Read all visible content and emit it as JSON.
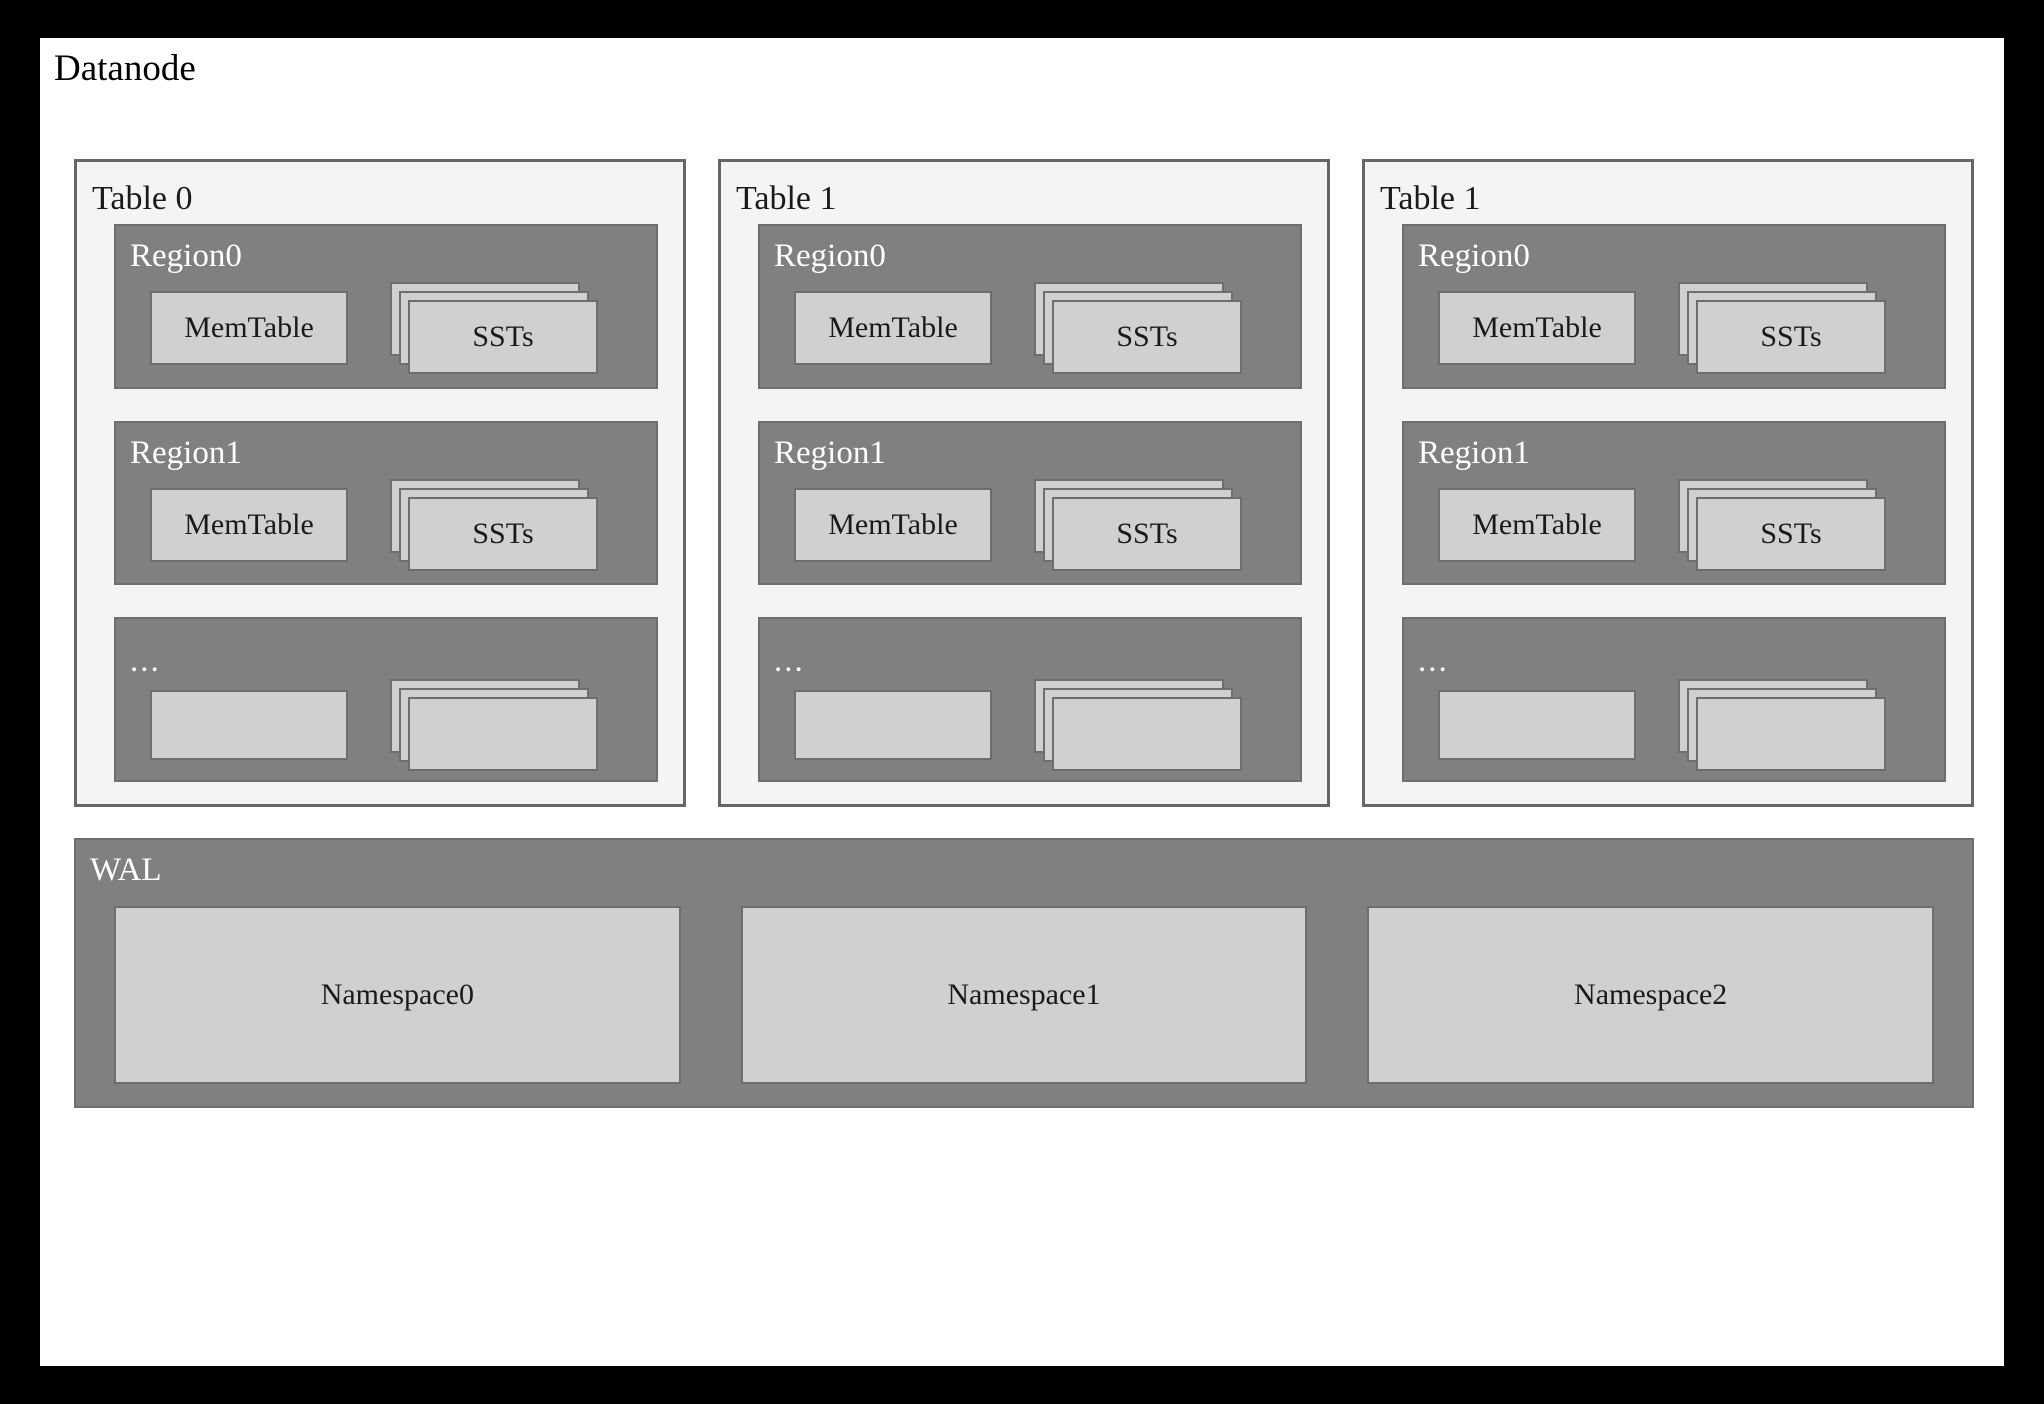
{
  "diagram": {
    "title": "Datanode",
    "background_color": "#000000",
    "panel_color": "#ffffff",
    "table_fill": "#f4f4f4",
    "region_fill": "#808080",
    "card_fill": "#d0d0d0",
    "border_color": "#6e6e6e"
  },
  "tables": [
    {
      "title": "Table 0",
      "regions": [
        {
          "title": "Region0",
          "memtable": "MemTable",
          "ssts": "SSTs",
          "sst_layers": 3
        },
        {
          "title": "Region1",
          "memtable": "MemTable",
          "ssts": "SSTs",
          "sst_layers": 3
        },
        {
          "title": "...",
          "memtable": "",
          "ssts": "",
          "sst_layers": 3
        }
      ]
    },
    {
      "title": "Table 1",
      "regions": [
        {
          "title": "Region0",
          "memtable": "MemTable",
          "ssts": "SSTs",
          "sst_layers": 3
        },
        {
          "title": "Region1",
          "memtable": "MemTable",
          "ssts": "SSTs",
          "sst_layers": 3
        },
        {
          "title": "...",
          "memtable": "",
          "ssts": "",
          "sst_layers": 3
        }
      ]
    },
    {
      "title": "Table 1",
      "regions": [
        {
          "title": "Region0",
          "memtable": "MemTable",
          "ssts": "SSTs",
          "sst_layers": 3
        },
        {
          "title": "Region1",
          "memtable": "MemTable",
          "ssts": "SSTs",
          "sst_layers": 3
        },
        {
          "title": "...",
          "memtable": "",
          "ssts": "",
          "sst_layers": 3
        }
      ]
    }
  ],
  "wal": {
    "title": "WAL",
    "namespaces": [
      "Namespace0",
      "Namespace1",
      "Namespace2"
    ]
  }
}
